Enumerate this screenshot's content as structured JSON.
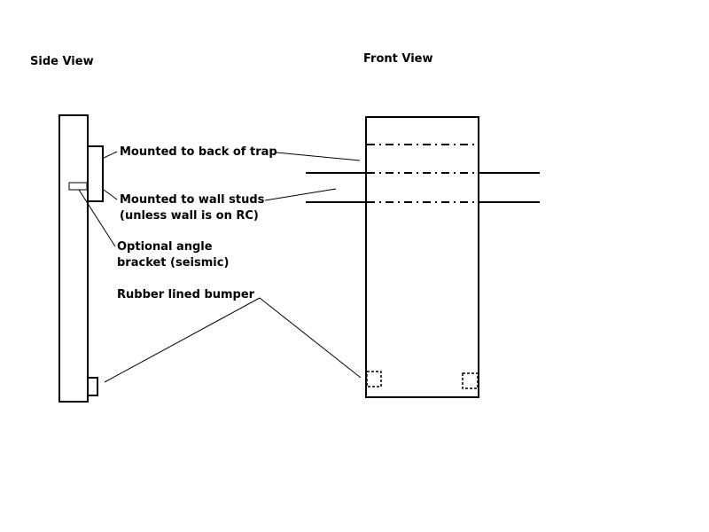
{
  "titles": {
    "side_view": "Side View",
    "front_view": "Front View"
  },
  "callouts": {
    "trap_mount": "Mounted to back of trap",
    "wall_mount": "Mounted to wall studs",
    "wall_mount_note": "(unless wall is on RC)",
    "angle_bracket_line1": "Optional angle",
    "angle_bracket_line2": "bracket (seismic)",
    "bumper": "Rubber lined bumper"
  },
  "colors": {
    "ink": "#000000",
    "background": "#ffffff"
  }
}
